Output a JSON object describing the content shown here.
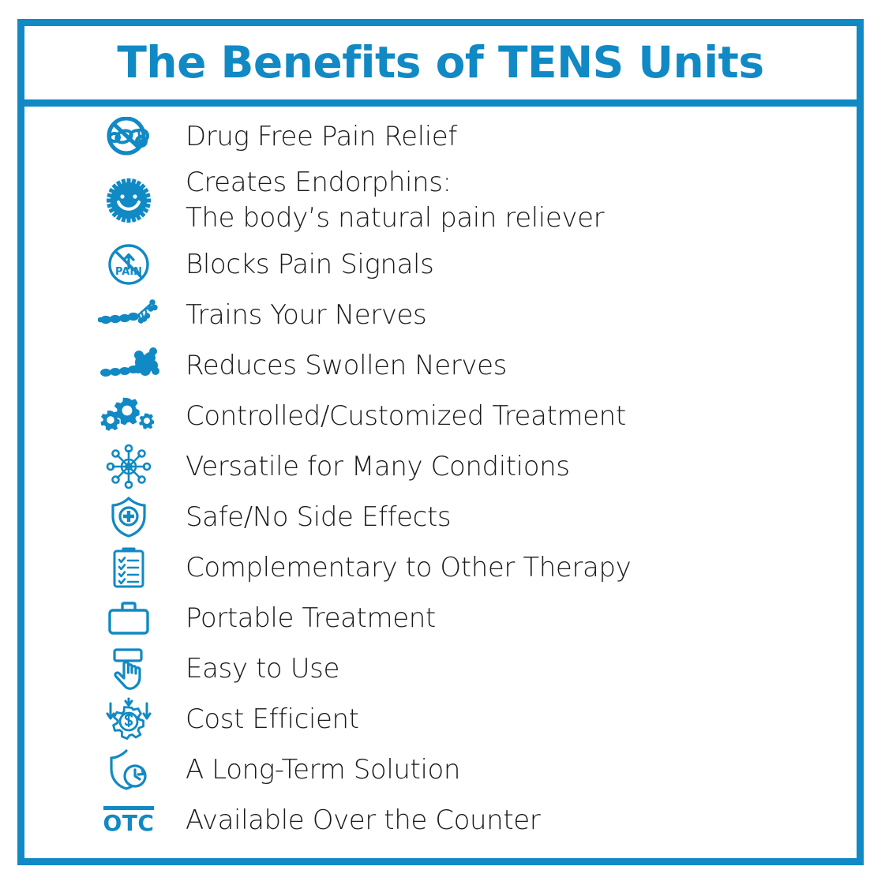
{
  "header": {
    "title": "The Benefits of TENS Units"
  },
  "colors": {
    "accent": "#1189c4",
    "text": "#1a1a1a",
    "background": "#ffffff"
  },
  "benefits": [
    {
      "icon": "no-pills-icon",
      "label": "Drug Free Pain Relief"
    },
    {
      "icon": "endorphin-smiley-sun-icon",
      "label": "Creates Endorphins:\nThe body’s natural pain reliever"
    },
    {
      "icon": "no-pain-sign-icon",
      "label": "Blocks Pain Signals"
    },
    {
      "icon": "nerve-cell-icon",
      "label": "Trains Your Nerves"
    },
    {
      "icon": "swollen-nerve-icon",
      "label": "Reduces Swollen Nerves"
    },
    {
      "icon": "gears-icon",
      "label": "Controlled/Customized Treatment"
    },
    {
      "icon": "network-hub-icon",
      "label": "Versatile for Many Conditions"
    },
    {
      "icon": "medical-shield-icon",
      "label": "Safe/No Side Effects"
    },
    {
      "icon": "clipboard-checklist-icon",
      "label": "Complementary to Other Therapy"
    },
    {
      "icon": "briefcase-icon",
      "label": "Portable Treatment"
    },
    {
      "icon": "hand-press-button-icon",
      "label": "Easy to Use"
    },
    {
      "icon": "cost-gear-dollar-icon",
      "label": "Cost Efficient"
    },
    {
      "icon": "shield-clock-icon",
      "label": "A Long-Term Solution"
    },
    {
      "icon": "otc-text-icon",
      "label": "Available Over the Counter",
      "icon_text": "OTC"
    }
  ]
}
